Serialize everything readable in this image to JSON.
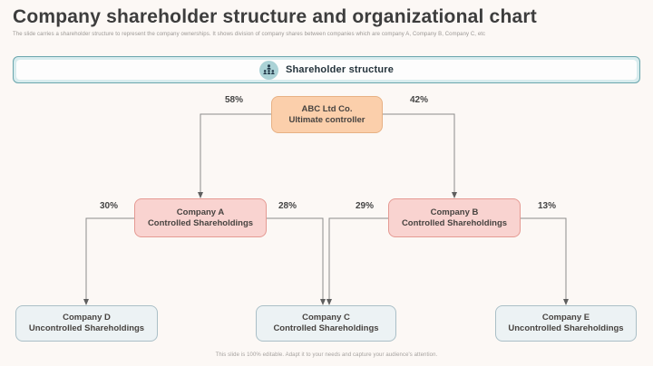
{
  "slide": {
    "title": "Company shareholder structure and organizational chart",
    "subtitle": "The slide carries a shareholder structure to represent the company ownerships. It shows division of company shares between companies which are company A, Company B, Company C, etc",
    "footer": "This slide is 100% editable. Adapt it to your needs and capture your audience's attention."
  },
  "banner": {
    "label": "Shareholder structure",
    "icon": "people-group-icon"
  },
  "org_chart": {
    "nodes": [
      {
        "id": "abc",
        "line1": "ABC Ltd Co.",
        "line2": "Ultimate controller",
        "style": "peach"
      },
      {
        "id": "a",
        "line1": "Company A",
        "line2": "Controlled Shareholdings",
        "style": "pink"
      },
      {
        "id": "b",
        "line1": "Company B",
        "line2": "Controlled Shareholdings",
        "style": "pink"
      },
      {
        "id": "d",
        "line1": "Company D",
        "line2": "Uncontrolled Shareholdings",
        "style": "gray"
      },
      {
        "id": "c",
        "line1": "Company C",
        "line2": "Controlled Shareholdings",
        "style": "gray"
      },
      {
        "id": "e",
        "line1": "Company E",
        "line2": "Uncontrolled Shareholdings",
        "style": "gray"
      }
    ],
    "edges": [
      {
        "from": "ABC Ltd Co.",
        "to": "Company A",
        "label": "58%"
      },
      {
        "from": "ABC Ltd Co.",
        "to": "Company B",
        "label": "42%"
      },
      {
        "from": "Company A",
        "to": "Company D",
        "label": "30%"
      },
      {
        "from": "Company A",
        "to": "Company C",
        "label": "28%"
      },
      {
        "from": "Company B",
        "to": "Company C",
        "label": "29%"
      },
      {
        "from": "Company B",
        "to": "Company E",
        "label": "13%"
      }
    ]
  },
  "colors": {
    "background": "#fcf8f5",
    "banner_fill": "#d8ecee",
    "banner_border": "#6aa6ad",
    "banner_icon_circle": "#abd2d6",
    "node_peach_fill": "#fbcfab",
    "node_peach_border": "#e7b184",
    "node_pink_fill": "#f9d3d0",
    "node_pink_border": "#e59a93",
    "node_gray_fill": "#ecf2f4",
    "node_gray_border": "#aabfc7",
    "connector_line": "#8c8c8c",
    "text_dark": "#3d3d3d"
  }
}
